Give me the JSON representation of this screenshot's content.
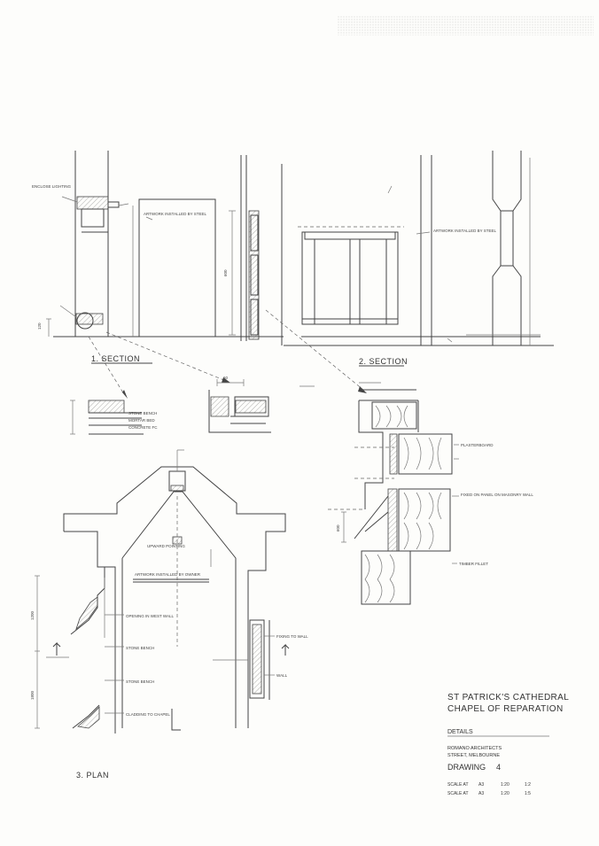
{
  "drawing": {
    "view_labels": {
      "section_1": "1. SECTION",
      "section_2": "2. SECTION",
      "plan_3": "3. PLAN"
    },
    "annotations": {
      "a_enclose_lighting": "ENCLOSE LIGHTING",
      "a_stone_bench": "STONE BENCH",
      "a_mortar_bed": "MORTAR BED",
      "a_concrete_fc": "CONCRETE FC",
      "a_artwork_inwall": "ARTWORK INSTALLED BY STEEL",
      "a_artwork_2": "ARTWORK INSTALLED BY STEEL",
      "a_plasterboard": "PLASTERBOARD",
      "a_fixed_panel": "FIXED ON PANEL ON MASONRY WALL",
      "a_timber_fillet": "TIMBER FILLET",
      "a_upward_pointed": "UPWARD POINTING",
      "a_artwork_install": "ARTWORK INSTALLED BY OWNER",
      "a_opening": "OPENING IN WEST WALL",
      "a_stone_bench_plan": "STONE BENCH",
      "a_stone_bench_2": "STONE BENCH",
      "a_cladding": "CLADDING TO CHAPEL",
      "a_fixing": "FIXING TO WALL",
      "a_wall": "WALL"
    },
    "dimensions": {
      "d_1": "120",
      "d_2": "600",
      "d_3": "60",
      "d_4": "600",
      "d_5": "1200",
      "d_6": "1800"
    }
  },
  "title_block": {
    "line1": "ST PATRICK'S CATHEDRAL",
    "line2": "CHAPEL OF REPARATION",
    "client": "DETAILS",
    "project_line1": "ROMANO ARCHITECTS",
    "project_line2": "STREET, MELBOURNE",
    "drawing_label": "DRAWING",
    "drawing_no": "4",
    "scale_row1_a": "SCALE AT",
    "scale_row1_b": "A3",
    "scale_row1_c": "1:20",
    "scale_row1_d": "1:2",
    "scale_row2_a": "SCALE AT",
    "scale_row2_b": "A3",
    "scale_row2_c": "1:20",
    "scale_row2_d": "1:5"
  },
  "colors": {
    "paper": "#fdfdfb",
    "ink": "#444444"
  }
}
